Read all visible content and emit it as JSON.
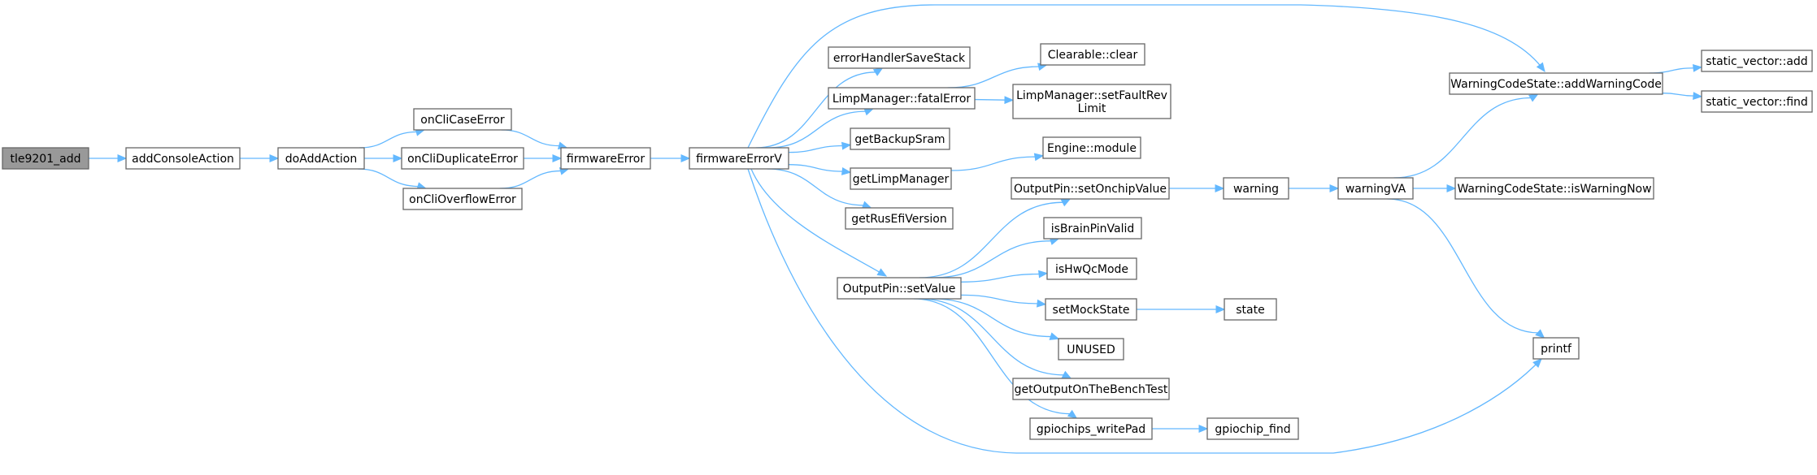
{
  "graph": {
    "root": "tle9201_add",
    "colors": {
      "edge": "#63b8ff",
      "node_border": "#666666",
      "root_fill": "#999999",
      "node_fill": "#ffffff"
    },
    "nodes": [
      {
        "id": "tle9201_add",
        "label": [
          "tle9201_add"
        ],
        "root": true
      },
      {
        "id": "addConsoleAction",
        "label": [
          "addConsoleAction"
        ]
      },
      {
        "id": "doAddAction",
        "label": [
          "doAddAction"
        ]
      },
      {
        "id": "onCliCaseError",
        "label": [
          "onCliCaseError"
        ]
      },
      {
        "id": "onCliDuplicateError",
        "label": [
          "onCliDuplicateError"
        ]
      },
      {
        "id": "onCliOverflowError",
        "label": [
          "onCliOverflowError"
        ]
      },
      {
        "id": "firmwareError",
        "label": [
          "firmwareError"
        ]
      },
      {
        "id": "firmwareErrorV",
        "label": [
          "firmwareErrorV"
        ]
      },
      {
        "id": "errorHandlerSaveStack",
        "label": [
          "errorHandlerSaveStack"
        ]
      },
      {
        "id": "LimpManager_fatalError",
        "label": [
          "LimpManager::fatalError"
        ]
      },
      {
        "id": "getBackupSram",
        "label": [
          "getBackupSram"
        ]
      },
      {
        "id": "getLimpManager",
        "label": [
          "getLimpManager"
        ]
      },
      {
        "id": "getRusEfiVersion",
        "label": [
          "getRusEfiVersion"
        ]
      },
      {
        "id": "OutputPin_setValue",
        "label": [
          "OutputPin::setValue"
        ]
      },
      {
        "id": "Clearable_clear",
        "label": [
          "Clearable::clear"
        ]
      },
      {
        "id": "LimpManager_setFaultRevLimit",
        "label": [
          "LimpManager::setFaultRev",
          "Limit"
        ]
      },
      {
        "id": "Engine_module",
        "label": [
          "Engine::module"
        ]
      },
      {
        "id": "OutputPin_setOnchipValue",
        "label": [
          "OutputPin::setOnchipValue"
        ]
      },
      {
        "id": "isBrainPinValid",
        "label": [
          "isBrainPinValid"
        ]
      },
      {
        "id": "isHwQcMode",
        "label": [
          "isHwQcMode"
        ]
      },
      {
        "id": "setMockState",
        "label": [
          "setMockState"
        ]
      },
      {
        "id": "UNUSED",
        "label": [
          "UNUSED"
        ]
      },
      {
        "id": "getOutputOnTheBenchTest",
        "label": [
          "getOutputOnTheBenchTest"
        ]
      },
      {
        "id": "gpiochips_writePad",
        "label": [
          "gpiochips_writePad"
        ]
      },
      {
        "id": "warning",
        "label": [
          "warning"
        ]
      },
      {
        "id": "state",
        "label": [
          "state"
        ]
      },
      {
        "id": "gpiochip_find",
        "label": [
          "gpiochip_find"
        ]
      },
      {
        "id": "warningVA",
        "label": [
          "warningVA"
        ]
      },
      {
        "id": "WarningCodeState_addWarningCode",
        "label": [
          "WarningCodeState::addWarningCode"
        ]
      },
      {
        "id": "WarningCodeState_isWarningNow",
        "label": [
          "WarningCodeState::isWarningNow"
        ]
      },
      {
        "id": "printf",
        "label": [
          "printf"
        ]
      },
      {
        "id": "static_vector_add",
        "label": [
          "static_vector::add"
        ]
      },
      {
        "id": "static_vector_find",
        "label": [
          "static_vector::find"
        ]
      }
    ],
    "edges": [
      [
        "tle9201_add",
        "addConsoleAction"
      ],
      [
        "addConsoleAction",
        "doAddAction"
      ],
      [
        "doAddAction",
        "onCliCaseError"
      ],
      [
        "doAddAction",
        "onCliDuplicateError"
      ],
      [
        "doAddAction",
        "onCliOverflowError"
      ],
      [
        "onCliCaseError",
        "firmwareError"
      ],
      [
        "onCliDuplicateError",
        "firmwareError"
      ],
      [
        "onCliOverflowError",
        "firmwareError"
      ],
      [
        "firmwareError",
        "firmwareErrorV"
      ],
      [
        "firmwareErrorV",
        "WarningCodeState_addWarningCode"
      ],
      [
        "firmwareErrorV",
        "errorHandlerSaveStack"
      ],
      [
        "firmwareErrorV",
        "LimpManager_fatalError"
      ],
      [
        "firmwareErrorV",
        "getBackupSram"
      ],
      [
        "firmwareErrorV",
        "getLimpManager"
      ],
      [
        "firmwareErrorV",
        "getRusEfiVersion"
      ],
      [
        "firmwareErrorV",
        "OutputPin_setValue"
      ],
      [
        "firmwareErrorV",
        "printf"
      ],
      [
        "LimpManager_fatalError",
        "Clearable_clear"
      ],
      [
        "LimpManager_fatalError",
        "LimpManager_setFaultRevLimit"
      ],
      [
        "getLimpManager",
        "Engine_module"
      ],
      [
        "OutputPin_setValue",
        "OutputPin_setOnchipValue"
      ],
      [
        "OutputPin_setValue",
        "isBrainPinValid"
      ],
      [
        "OutputPin_setValue",
        "isHwQcMode"
      ],
      [
        "OutputPin_setValue",
        "setMockState"
      ],
      [
        "OutputPin_setValue",
        "UNUSED"
      ],
      [
        "OutputPin_setValue",
        "getOutputOnTheBenchTest"
      ],
      [
        "OutputPin_setValue",
        "gpiochips_writePad"
      ],
      [
        "OutputPin_setOnchipValue",
        "warning"
      ],
      [
        "warning",
        "warningVA"
      ],
      [
        "setMockState",
        "state"
      ],
      [
        "gpiochips_writePad",
        "gpiochip_find"
      ],
      [
        "warningVA",
        "WarningCodeState_addWarningCode"
      ],
      [
        "warningVA",
        "WarningCodeState_isWarningNow"
      ],
      [
        "warningVA",
        "printf"
      ],
      [
        "WarningCodeState_addWarningCode",
        "static_vector_add"
      ],
      [
        "WarningCodeState_addWarningCode",
        "static_vector_find"
      ]
    ]
  }
}
